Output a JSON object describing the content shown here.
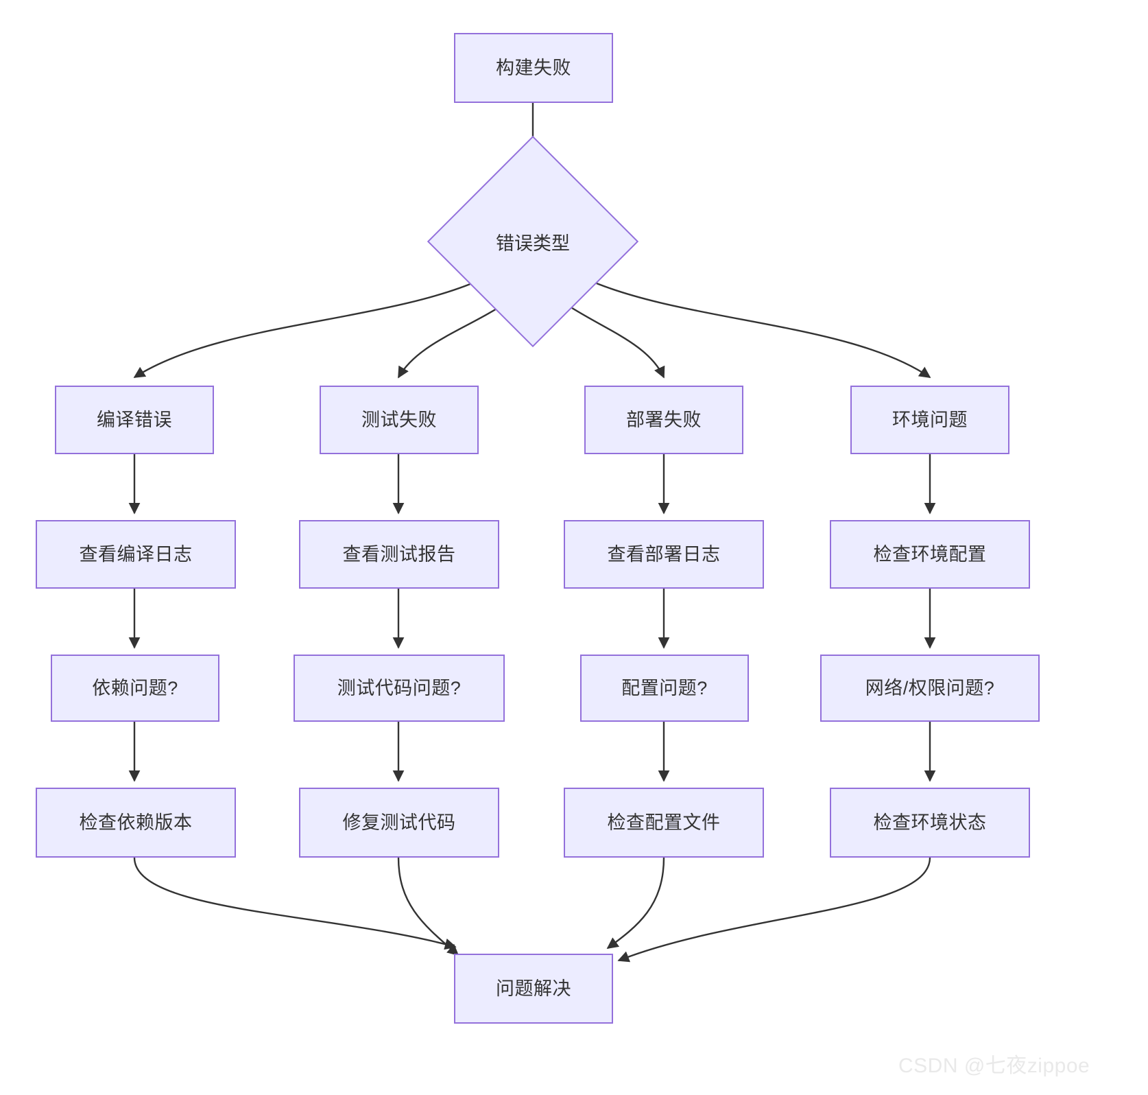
{
  "diagram": {
    "type": "flowchart",
    "direction": "top-down",
    "theme": {
      "node_fill": "#ECECFF",
      "node_border": "#9370DB",
      "node_text": "#333333",
      "edge_color": "#333333",
      "background": "#FFFFFF",
      "watermark_color": "#E9E9E9"
    },
    "nodes": {
      "start": {
        "label": "构建失败",
        "shape": "rect"
      },
      "decision": {
        "label": "错误类型",
        "shape": "diamond"
      },
      "col1": {
        "category": {
          "label": "编译错误",
          "shape": "rect"
        },
        "inspect": {
          "label": "查看编译日志",
          "shape": "rect"
        },
        "question": {
          "label": "依赖问题?",
          "shape": "rect"
        },
        "action": {
          "label": "检查依赖版本",
          "shape": "rect"
        }
      },
      "col2": {
        "category": {
          "label": "测试失败",
          "shape": "rect"
        },
        "inspect": {
          "label": "查看测试报告",
          "shape": "rect"
        },
        "question": {
          "label": "测试代码问题?",
          "shape": "rect"
        },
        "action": {
          "label": "修复测试代码",
          "shape": "rect"
        }
      },
      "col3": {
        "category": {
          "label": "部署失败",
          "shape": "rect"
        },
        "inspect": {
          "label": "查看部署日志",
          "shape": "rect"
        },
        "question": {
          "label": "配置问题?",
          "shape": "rect"
        },
        "action": {
          "label": "检查配置文件",
          "shape": "rect"
        }
      },
      "col4": {
        "category": {
          "label": "环境问题",
          "shape": "rect"
        },
        "inspect": {
          "label": "检查环境配置",
          "shape": "rect"
        },
        "question": {
          "label": "网络/权限问题?",
          "shape": "rect"
        },
        "action": {
          "label": "检查环境状态",
          "shape": "rect"
        }
      },
      "end": {
        "label": "问题解决",
        "shape": "rect"
      }
    },
    "edges": [
      {
        "from": "构建失败",
        "to": "错误类型",
        "style": "straight-arrow"
      },
      {
        "from": "错误类型",
        "to": "编译错误",
        "style": "curved-arrow"
      },
      {
        "from": "错误类型",
        "to": "测试失败",
        "style": "curved-arrow"
      },
      {
        "from": "错误类型",
        "to": "部署失败",
        "style": "curved-arrow"
      },
      {
        "from": "错误类型",
        "to": "环境问题",
        "style": "curved-arrow"
      },
      {
        "from": "编译错误",
        "to": "查看编译日志",
        "style": "straight-arrow"
      },
      {
        "from": "查看编译日志",
        "to": "依赖问题?",
        "style": "straight-arrow"
      },
      {
        "from": "依赖问题?",
        "to": "检查依赖版本",
        "style": "straight-arrow"
      },
      {
        "from": "测试失败",
        "to": "查看测试报告",
        "style": "straight-arrow"
      },
      {
        "from": "查看测试报告",
        "to": "测试代码问题?",
        "style": "straight-arrow"
      },
      {
        "from": "测试代码问题?",
        "to": "修复测试代码",
        "style": "straight-arrow"
      },
      {
        "from": "部署失败",
        "to": "查看部署日志",
        "style": "straight-arrow"
      },
      {
        "from": "查看部署日志",
        "to": "配置问题?",
        "style": "straight-arrow"
      },
      {
        "from": "配置问题?",
        "to": "检查配置文件",
        "style": "straight-arrow"
      },
      {
        "from": "环境问题",
        "to": "检查环境配置",
        "style": "straight-arrow"
      },
      {
        "from": "检查环境配置",
        "to": "网络/权限问题?",
        "style": "straight-arrow"
      },
      {
        "from": "网络/权限问题?",
        "to": "检查环境状态",
        "style": "straight-arrow"
      },
      {
        "from": "检查依赖版本",
        "to": "问题解决",
        "style": "curved-arrow"
      },
      {
        "from": "修复测试代码",
        "to": "问题解决",
        "style": "curved-arrow"
      },
      {
        "from": "检查配置文件",
        "to": "问题解决",
        "style": "curved-arrow"
      },
      {
        "from": "检查环境状态",
        "to": "问题解决",
        "style": "curved-arrow"
      }
    ]
  },
  "watermark": {
    "text": "CSDN @七夜zippoe"
  }
}
